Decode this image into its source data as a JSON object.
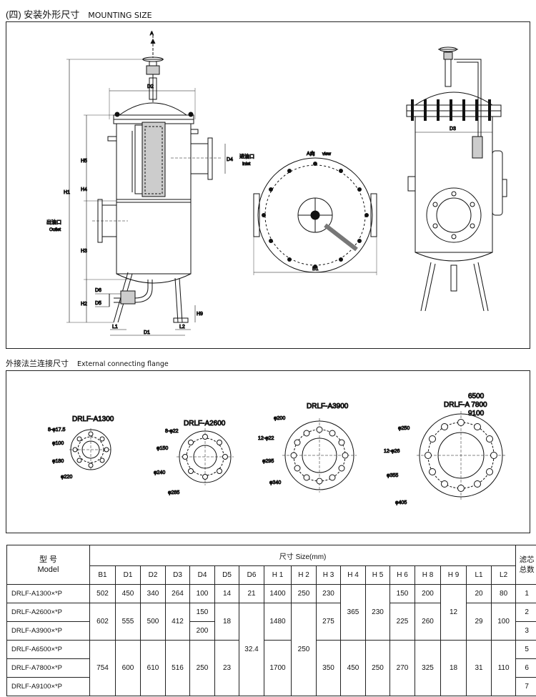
{
  "section1": {
    "title_cn": "(四) 安装外形尺寸",
    "title_en": "MOUNTING SIZE"
  },
  "drawing1": {
    "labels": {
      "A": "A",
      "D2": "D2",
      "H1": "H1",
      "H2": "H2",
      "H3": "H3",
      "H4": "H4",
      "H5": "H5",
      "H9": "H9",
      "D4": "D4",
      "D5": "D5",
      "D6": "D6",
      "L1": "L1",
      "L2": "L2",
      "D1": "D1",
      "D3": "D3",
      "B1": "B1",
      "inlet_cn": "进油口",
      "inlet_en": "Inlet",
      "outlet_cn": "出油口",
      "outlet_en": "Outlet",
      "view_cn": "A向",
      "view_en": "view"
    }
  },
  "section2": {
    "title_cn": "外接法兰连接尺寸",
    "title_en": "External connecting flange"
  },
  "flanges": [
    {
      "model": "DRLF-A1300",
      "holes": "8-φ17.5",
      "d1": "φ100",
      "d2": "φ180",
      "d3": "φ220"
    },
    {
      "model": "DRLF-A2600",
      "holes": "8-φ22",
      "d1": "φ150",
      "d2": "φ240",
      "d3": "φ285"
    },
    {
      "model": "DRLF-A3900",
      "holes": "12-φ22",
      "d1": "φ200",
      "d2": "φ295",
      "d3": "φ340"
    },
    {
      "model_line1": "6500",
      "model_line2": "DRLF-A 7800",
      "model_line3": "9100",
      "holes": "12-φ26",
      "d1": "φ250",
      "d2": "φ355",
      "d3": "φ405"
    }
  ],
  "table": {
    "header_model_cn": "型 号",
    "header_model_en": "Model",
    "header_size": "尺寸 Size(mm)",
    "header_core_1": "滤芯",
    "header_core_2": "总数",
    "columns": [
      "B1",
      "D1",
      "D2",
      "D3",
      "D4",
      "D5",
      "D6",
      "H 1",
      "H 2",
      "H 3",
      "H 4",
      "H 5",
      "H 6",
      "H 8",
      "H 9",
      "L1",
      "L2"
    ],
    "rows": [
      {
        "model": "DRLF-A1300×*P",
        "B1": "502",
        "D1": "450",
        "D2": "340",
        "D3": "264",
        "D4": "100",
        "D5": "14",
        "D6": "21",
        "H1": "1400",
        "H2": "250",
        "H3": "230",
        "H6": "150",
        "H8": "200",
        "L1": "20",
        "L2": "80",
        "core": "1"
      },
      {
        "model": "DRLF-A2600×*P",
        "D4": "150",
        "core": "2"
      },
      {
        "model": "DRLF-A3900×*P",
        "D4": "200",
        "core": "3"
      },
      {
        "model": "DRLF-A6500×*P",
        "core": "5"
      },
      {
        "model": "DRLF-A7800×*P",
        "core": "6"
      },
      {
        "model": "DRLF-A9100×*P",
        "core": "7"
      }
    ],
    "merged": {
      "B1_23": "602",
      "D1_23": "555",
      "D2_23": "500",
      "D3_23": "412",
      "D5_23": "18",
      "H1_23": "1480",
      "H3_23": "275",
      "H4_123": "365",
      "H5_123": "230",
      "H6_23": "225",
      "H8_23": "260",
      "H9_123": "12",
      "L1_23": "29",
      "L2_23": "100",
      "D6_2to6": "32.4",
      "H2_2to6": "250",
      "B1_456": "754",
      "D1_456": "600",
      "D2_456": "610",
      "D3_456": "516",
      "D4_456": "250",
      "D5_456": "23",
      "H1_456": "1700",
      "H3_456": "350",
      "H4_456": "450",
      "H5_456": "250",
      "H6_456": "270",
      "H8_456": "325",
      "H9_456": "18",
      "L1_456": "31",
      "L2_456": "110"
    }
  }
}
